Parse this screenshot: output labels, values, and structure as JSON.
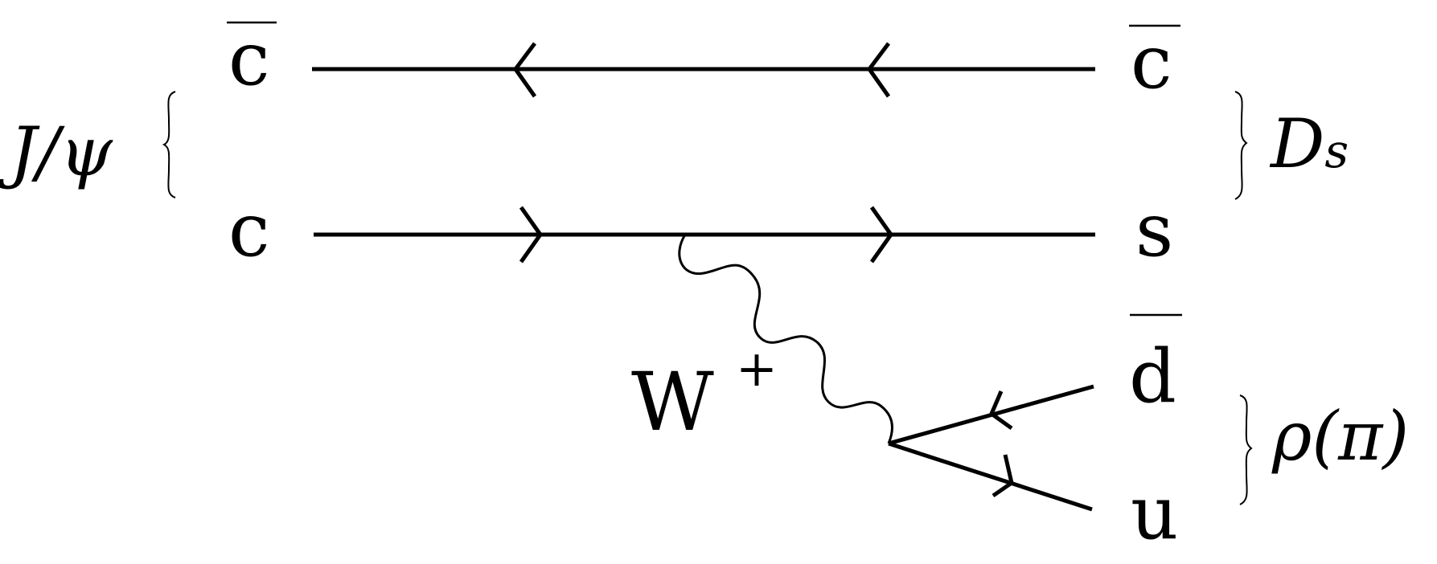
{
  "diagram": {
    "quarks": {
      "top_left": "c",
      "mid_left": "c",
      "top_right": "c",
      "mid_right": "s",
      "low_right_1": "d",
      "low_right_2": "u"
    },
    "boson": {
      "symbol": "W",
      "charge": "+"
    },
    "mesons": {
      "left": "J/ψ",
      "right_upper_main": "D",
      "right_upper_sub": "s",
      "right_lower": "ρ(π)"
    }
  }
}
